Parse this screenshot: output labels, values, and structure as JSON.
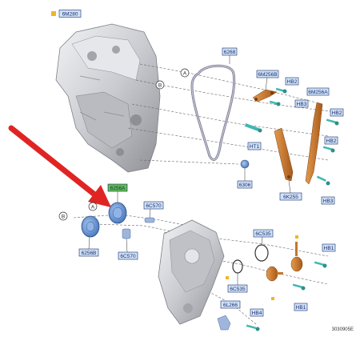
{
  "legend": {
    "code": "6M280",
    "swatch_color": "#f0b429"
  },
  "refs": [
    "A",
    "B"
  ],
  "labels": {
    "chain": "6268",
    "upper_left_guide": "6M256B",
    "bolt_hb2_a": "HB2",
    "bolt_hb3_a": "HB3",
    "right_guide": "6M256A",
    "bolt_hb2_b": "HB2",
    "bolt_hb2_c": "HB2",
    "bolt_hb3_b": "HB3",
    "tensioner_ht1": "HT1",
    "plug": "6306",
    "tensioner_arm": "6K255",
    "gear_highlighted": "6256A",
    "gear_lower": "6256B",
    "bolt_6c570_a": "6C570",
    "bolt_6c570_b": "6C570",
    "seal_6c535_a": "6C535",
    "seal_6c535_b": "6C535",
    "bolt_hb1_a": "HB1",
    "bolt_hb1_b": "HB1",
    "plug_6l266": "6L266",
    "bolt_hb4": "HB4"
  },
  "diagram_code": "3030905E",
  "colors": {
    "metal": "#cfd1d6",
    "metal_dark": "#9a9ca3",
    "guide": "#c7772a",
    "sprocket": "#5b8fd6",
    "bolt": "#3fb7b0",
    "arrow": "#e02424",
    "highlight": "#5fbf4a"
  }
}
